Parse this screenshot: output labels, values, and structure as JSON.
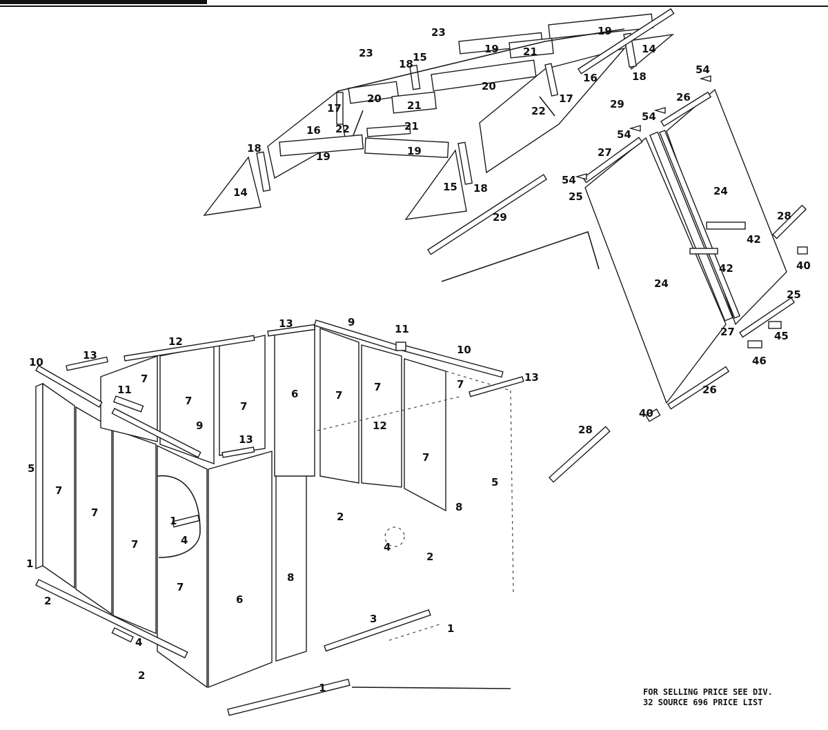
{
  "footer": {
    "line1": "FOR SELLING PRICE SEE DIV.",
    "line2": "32 SOURCE 696 PRICE LIST"
  },
  "part_labels": {
    "1": "1",
    "2": "2",
    "3": "3",
    "4": "4",
    "5": "5",
    "6": "6",
    "7": "7",
    "8": "8",
    "9": "9",
    "10": "10",
    "11": "11",
    "12": "12",
    "13": "13",
    "14": "14",
    "15": "15",
    "16": "16",
    "17": "17",
    "18": "18",
    "19": "19",
    "20": "20",
    "21": "21",
    "22": "22",
    "23": "23",
    "24": "24",
    "25": "25",
    "26": "26",
    "27": "27",
    "28": "28",
    "29": "29",
    "40": "40",
    "42": "42",
    "45": "45",
    "46": "46",
    "54": "54"
  }
}
